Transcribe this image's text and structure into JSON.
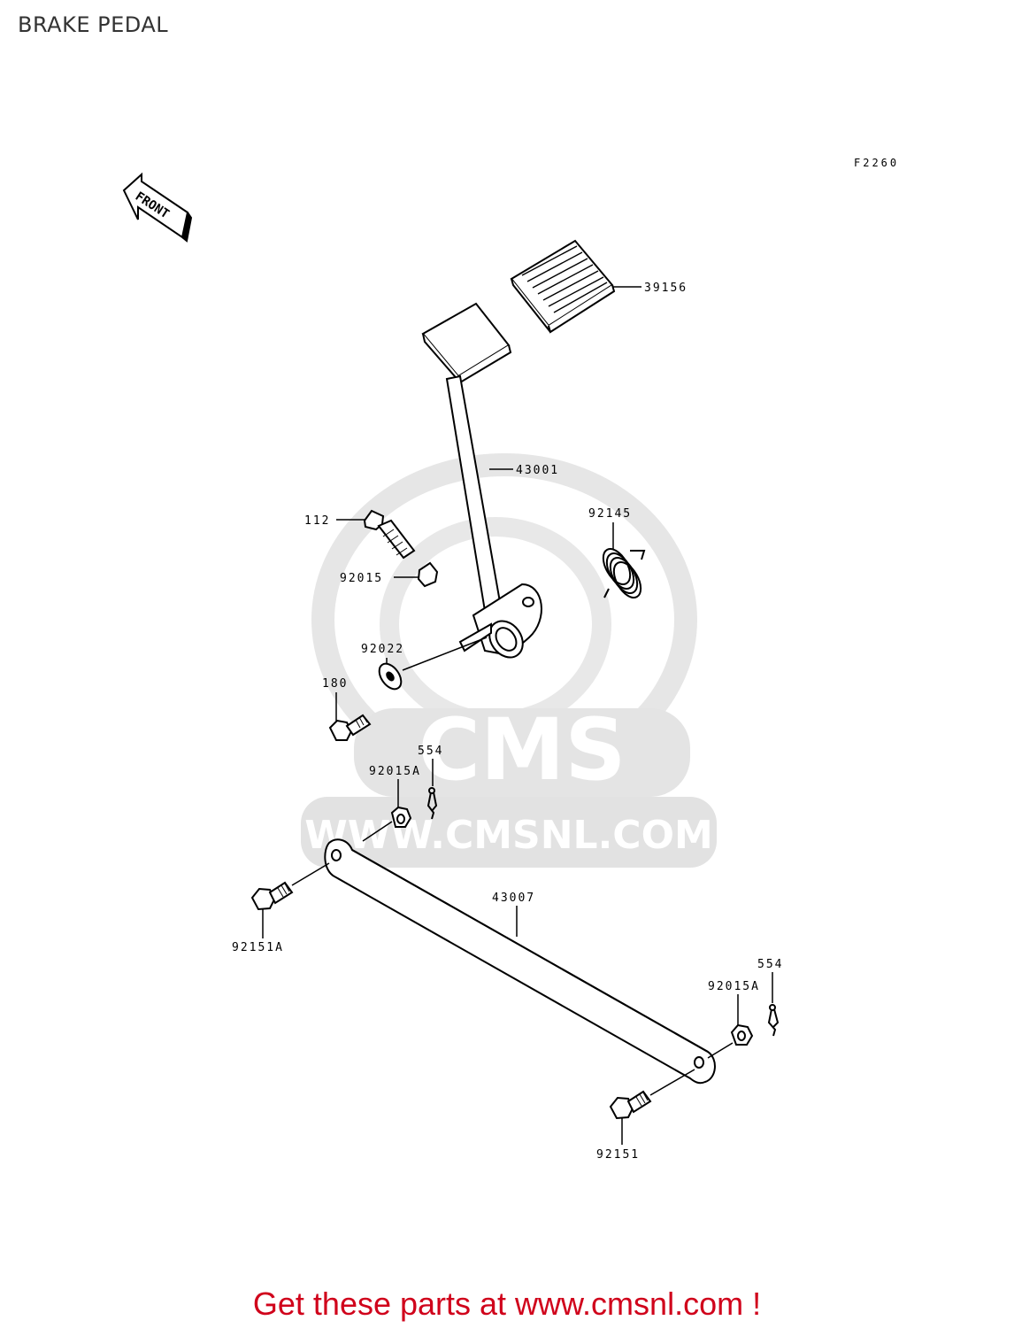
{
  "header": {
    "title": "BRAKE PEDAL"
  },
  "drawing_code": "F2260",
  "front_label": "FRONT",
  "parts": {
    "p39156": "39156",
    "p43001": "43001",
    "p112": "112",
    "p92145": "92145",
    "p92015": "92015",
    "p92022": "92022",
    "p180": "180",
    "p554_top": "554",
    "p92015A_top": "92015A",
    "p43007": "43007",
    "p92151A": "92151A",
    "p554_bottom": "554",
    "p92015A_bottom": "92015A",
    "p92151": "92151"
  },
  "watermark": {
    "brand": "CMS",
    "url": "WWW.CMSNL.COM"
  },
  "footer": {
    "cta": "Get these parts at www.cmsnl.com !"
  },
  "colors": {
    "cta": "#d0021b",
    "watermark": "#e4e4e4",
    "line": "#000000"
  }
}
